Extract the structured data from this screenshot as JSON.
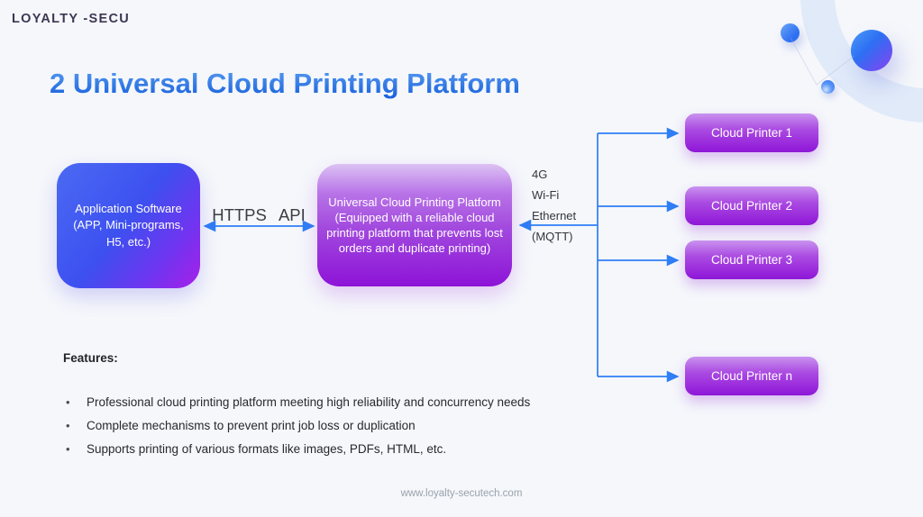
{
  "header": {
    "brand": "LOYALTY -SECU",
    "title": "2 Universal Cloud Printing Platform"
  },
  "diagram": {
    "app_box": {
      "label": "Application Software (APP, Mini-programs, H5, etc.)"
    },
    "https_api_label": "HTTPS API",
    "platform_box": {
      "title": "Universal Cloud Printing Platform",
      "subtitle": "(Equipped with a reliable cloud printing platform that prevents lost orders and duplicate printing)"
    },
    "connection_labels": [
      "4G",
      "Wi-Fi",
      "Ethernet",
      "(MQTT)"
    ],
    "printers": [
      {
        "label": "Cloud Printer 1"
      },
      {
        "label": "Cloud Printer 2"
      },
      {
        "label": "Cloud Printer 3"
      },
      {
        "label": "Cloud Printer n"
      }
    ]
  },
  "features": {
    "heading": "Features:",
    "items": [
      "Professional cloud printing platform meeting high reliability and concurrency needs",
      "Complete mechanisms to prevent print job loss or duplication",
      "Supports printing of various formats like images, PDFs, HTML, etc."
    ]
  },
  "footer": {
    "url": "www.loyalty-secutech.com"
  },
  "colors": {
    "background": "#f5f7fb",
    "title_blue": "#2273e6",
    "connector_blue": "#2e7ef5",
    "app_box_blue": "#3d50f0",
    "app_box_purple": "#a81fe9",
    "platform_purple_light": "#dcc2f4",
    "platform_purple_dark": "#8d13d7",
    "printer_purple": "#9520da",
    "logo_dark": "#3e3653",
    "text_dark": "#27292c",
    "footer_gray": "#9aa2ac"
  }
}
